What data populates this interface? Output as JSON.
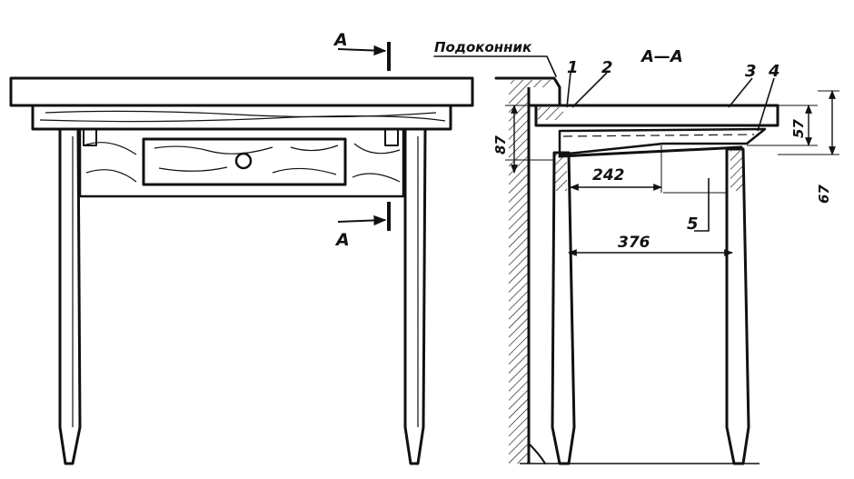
{
  "section_marks": {
    "top": "A",
    "bottom": "A"
  },
  "section_title": "A—A",
  "label_sill": "Подоконник",
  "callouts": [
    "1",
    "2",
    "3",
    "4",
    "5"
  ],
  "dimensions": {
    "d87": "87",
    "d57": "57",
    "d67": "67",
    "d242": "242",
    "d376": "376"
  },
  "colors": {
    "ink": "#111111",
    "paper": "#ffffff"
  }
}
